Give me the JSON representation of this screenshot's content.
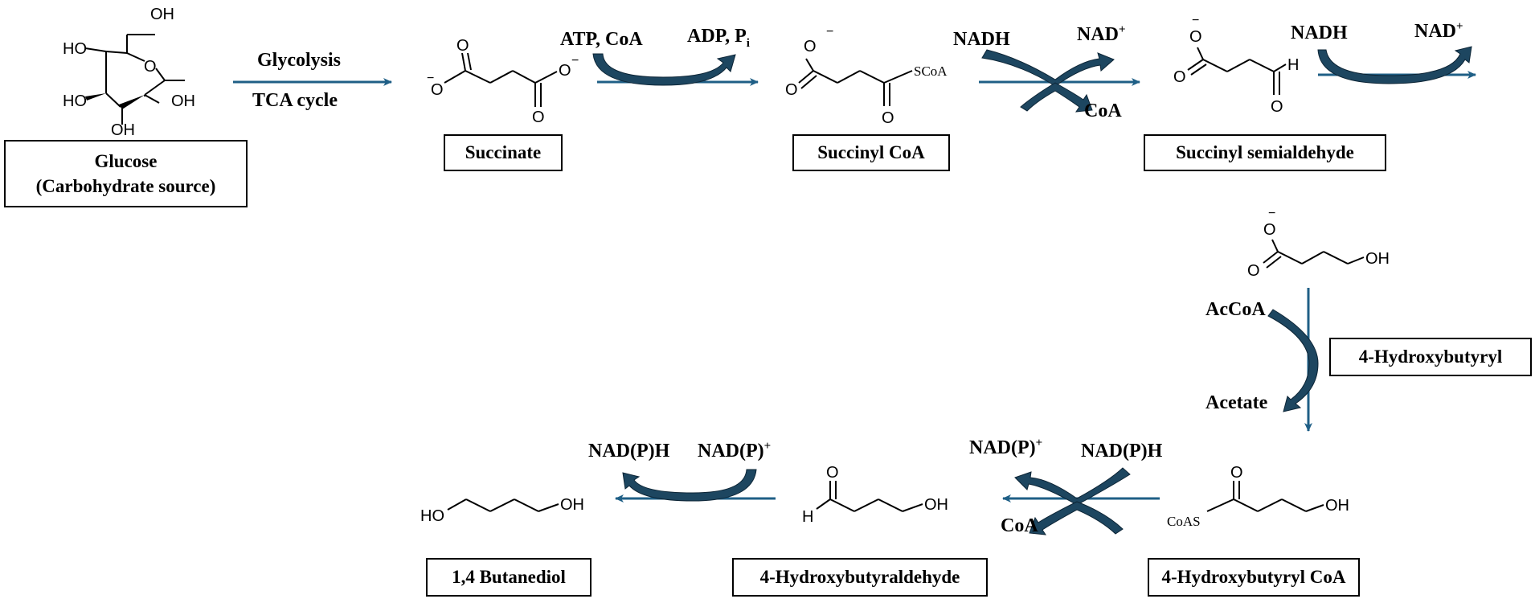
{
  "colors": {
    "flow_arrow": "#1f5f86",
    "cofactor_arrow": "#1d4660",
    "bond": "#000000",
    "box_border": "#000000"
  },
  "compounds": {
    "glucose": {
      "name": "Glucose",
      "note": "(Carbohydrate source)",
      "atoms": {
        "oh_top": "OH",
        "ho_left": "HO",
        "ho_mid": "HO",
        "oh_right": "OH",
        "oh_bottom": "OH",
        "ring_o": "O"
      }
    },
    "succinate": {
      "name": "Succinate",
      "atoms": {
        "o1": "O",
        "o2": "O",
        "o3": "O",
        "o4": "O",
        "minus": "−"
      }
    },
    "succinyl_coa": {
      "name": "Succinyl CoA",
      "atoms": {
        "o1": "O",
        "o2": "O",
        "o3": "O",
        "scoa": "SCoA",
        "minus": "−"
      }
    },
    "succinyl_semialdehyde": {
      "name": "Succinyl semialdehyde",
      "atoms": {
        "o1": "O",
        "o2": "O",
        "o3": "O",
        "h": "H",
        "minus": "−"
      }
    },
    "hydroxybutyryl": {
      "name": "4-Hydroxybutyryl",
      "atoms": {
        "o1": "O",
        "o2": "O",
        "oh": "OH",
        "minus": "−"
      }
    },
    "hydroxybutyryl_coa": {
      "name": "4-Hydroxybutyryl CoA",
      "atoms": {
        "o": "O",
        "coas": "CoAS",
        "oh": "OH"
      }
    },
    "hydroxybutyraldehyde": {
      "name": "4-Hydroxybutyraldehyde",
      "atoms": {
        "o": "O",
        "h": "H",
        "oh": "OH"
      }
    },
    "butanediol": {
      "name": "1,4 Butanediol",
      "atoms": {
        "ho": "HO",
        "oh": "OH"
      }
    }
  },
  "steps": {
    "glycolysis": {
      "line1": "Glycolysis",
      "line2": "TCA cycle"
    },
    "step_atp": {
      "in": "ATP, CoA",
      "out": "ADP, P",
      "out_sub": "i"
    },
    "step_nadh_1": {
      "in": "NADH",
      "out": "NAD",
      "out_sup": "+",
      "release": "CoA"
    },
    "step_nadh_2": {
      "in": "NADH",
      "out": "NAD",
      "out_sup": "+"
    },
    "step_accoa": {
      "in": "AcCoA",
      "out": "Acetate"
    },
    "step_nadph_1": {
      "in": "NAD(P)H",
      "out": "NAD(P)",
      "out_sup": "+",
      "release": "CoA"
    },
    "step_nadph_2": {
      "in": "NAD(P)",
      "in_sup": "+",
      "out": "NAD(P)H"
    }
  }
}
